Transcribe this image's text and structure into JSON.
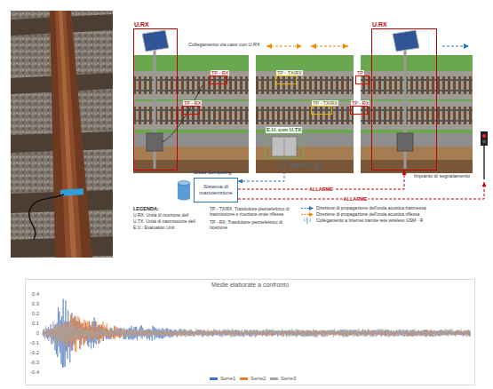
{
  "diagram": {
    "nodes": [
      {
        "text": [
          "U.RX"
        ]
      },
      {
        "text": [
          "TP - RX"
        ]
      },
      {
        "text": [
          "TP - RX"
        ]
      },
      {
        "text": [
          "TP - TX/RX"
        ]
      },
      {
        "text": [
          "TP - TX/RX"
        ]
      },
      {
        "text": [
          "E.U. con U.TX"
        ]
      },
      {
        "text": [
          "U.RX"
        ]
      },
      {
        "text": [
          "TP"
        ]
      },
      {
        "text": [
          "TP - RX"
        ]
      },
      {
        "text": [
          "Sistema di manutenzione"
        ]
      },
      {
        "text": [
          "Medie elaborate a confronto"
        ]
      }
    ],
    "edges": [
      {
        "from": 5,
        "to": 9,
        "arrow": "to"
      },
      {
        "from": 9,
        "to": 6,
        "label": "ALLARME",
        "arrow": "to"
      }
    ],
    "labels": [
      "Collegamento via cavo con U.RX",
      "GSM - R",
      "Cloud Computing",
      "ALLARME",
      "Impianto di segnalamento",
      "LEGENDA:",
      "0.4",
      "0.3",
      "0.2",
      "0.1",
      "0",
      "-0.1",
      "-0.2",
      "-0.3",
      "-0.4"
    ],
    "legend": [
      {
        "text": "U.RX: Unità di ricezione dell"
      },
      {
        "text": "U.TX: Unità di trasmissione dell"
      },
      {
        "text": "E.U.: Evaluation Unit"
      },
      {
        "text": "TP - TX/RX: Trasduttore piezoelettrico di trasmissione e ricezione onde riflesse"
      },
      {
        "text": "TP - RX: Trasduttore piezoelettrico di ricezione"
      },
      {
        "text": "Direzione di propagazione dell'onda acustica trasmessa"
      },
      {
        "text": "Direzione di propagazione dell'onda acustica riflessa"
      },
      {
        "text": "Collegamento a Internet tramite rete wireless GSM - R"
      },
      {
        "text": "Serie1",
        "color": "#4472c4"
      },
      {
        "text": "Serie2",
        "color": "#ed7d31"
      },
      {
        "text": "Serie3",
        "color": "#a5a5a5"
      }
    ]
  }
}
